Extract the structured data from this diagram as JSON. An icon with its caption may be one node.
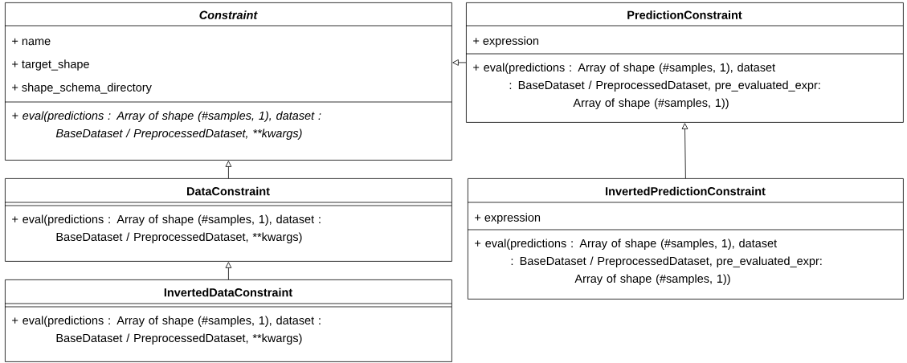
{
  "diagram": {
    "nodes": [
      {
        "text": [
          "Constraint",
          "+ name",
          "+ target_shape",
          "+ shape_schema_directory",
          "+ eval(predictions : Array of shape (#samples, 1), dataset : BaseDataset / PreprocessedDataset, **kwargs)"
        ]
      },
      {
        "text": [
          "PredictionConstraint",
          "+ expression",
          "+ eval(predictions : Array of shape (#samples, 1), dataset : BaseDataset / PreprocessedDataset, pre_evaluated_expr: Array of shape (#samples, 1))"
        ]
      },
      {
        "text": [
          "DataConstraint",
          "+ eval(predictions : Array of shape (#samples, 1), dataset : BaseDataset / PreprocessedDataset, **kwargs)"
        ]
      },
      {
        "text": [
          "InvertedPredictionConstraint",
          "+ expression",
          "+ eval(predictions : Array of shape (#samples, 1), dataset : BaseDataset / PreprocessedDataset, pre_evaluated_expr: Array of shape (#samples, 1))"
        ]
      },
      {
        "text": [
          "InvertedDataConstraint",
          "+ eval(predictions : Array of shape (#samples, 1), dataset : BaseDataset / PreprocessedDataset, **kwargs)"
        ]
      }
    ],
    "edges": [
      {
        "from": 1,
        "to": 0,
        "arrow": "to"
      },
      {
        "from": 2,
        "to": 0,
        "arrow": "to"
      },
      {
        "from": 3,
        "to": 1,
        "arrow": "to"
      },
      {
        "from": 4,
        "to": 2,
        "arrow": "to"
      }
    ]
  }
}
